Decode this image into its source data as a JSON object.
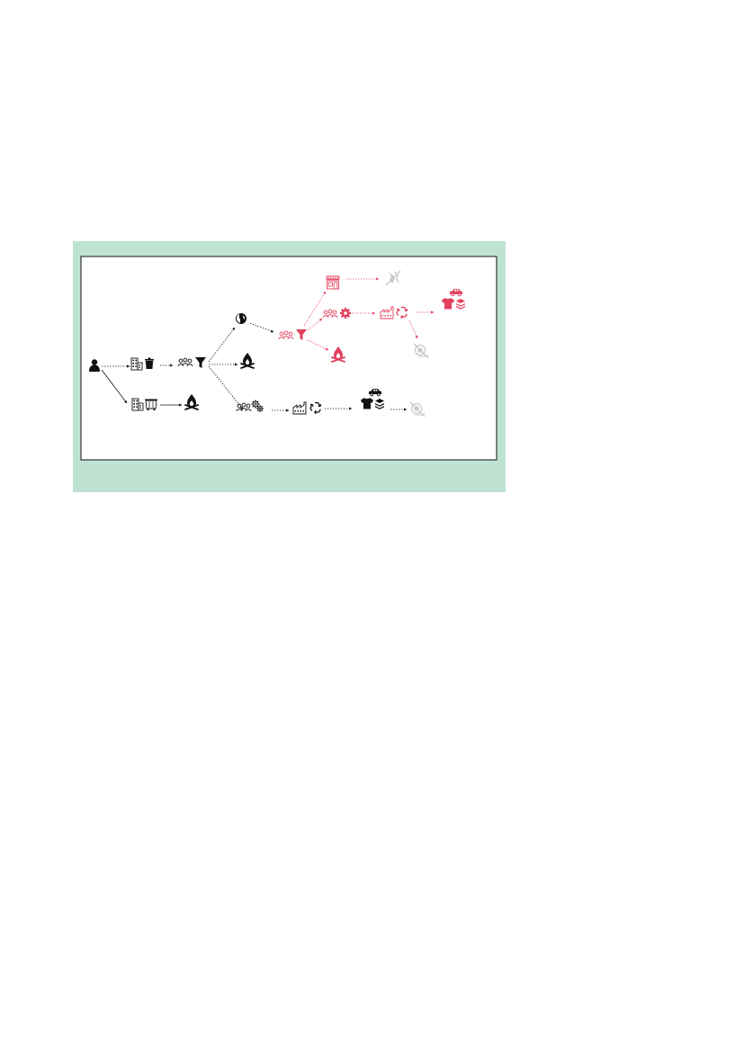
{
  "colors": {
    "panel_background": "#bfe3d3",
    "frame_background": "#ffffff",
    "frame_border": "#111111",
    "black": "#111111",
    "red": "#e2405f",
    "grey": "#c8c8c8"
  },
  "nodes": [
    {
      "id": "person",
      "icon": "person-icon",
      "color": "black"
    },
    {
      "id": "building-bin",
      "icons": [
        "building-icon",
        "trash-bin-icon"
      ],
      "color": "black"
    },
    {
      "id": "building-container",
      "icons": [
        "building-icon",
        "waste-container-icon"
      ],
      "color": "black"
    },
    {
      "id": "incineration-1",
      "icon": "incineration-icon",
      "color": "black"
    },
    {
      "id": "people-filter",
      "icons": [
        "people-icon",
        "filter-funnel-icon"
      ],
      "color": "black"
    },
    {
      "id": "globe-export",
      "icon": "globe-icon",
      "color": "black"
    },
    {
      "id": "incineration-2",
      "icon": "incineration-icon",
      "color": "black"
    },
    {
      "id": "people-gears",
      "icons": [
        "people-icon",
        "gears-icon"
      ],
      "color": "black"
    },
    {
      "id": "factory-recycle-1",
      "icons": [
        "factory-icon",
        "recycle-icon"
      ],
      "color": "black"
    },
    {
      "id": "car-shirt-layers-1",
      "icons": [
        "car-icon",
        "tshirt-icon",
        "layers-icon"
      ],
      "color": "black"
    },
    {
      "id": "no-recycling-1",
      "icon": "no-recycling-icon",
      "color": "grey"
    },
    {
      "id": "people-filter-red",
      "icons": [
        "people-icon",
        "filter-funnel-icon"
      ],
      "color": "red"
    },
    {
      "id": "shop",
      "icon": "shop-icon",
      "color": "red"
    },
    {
      "id": "no-reuse",
      "icon": "no-reuse-icon",
      "color": "grey"
    },
    {
      "id": "people-gear-red",
      "icons": [
        "people-icon",
        "gear-icon"
      ],
      "color": "red"
    },
    {
      "id": "factory-recycle-red",
      "icons": [
        "factory-icon",
        "recycle-icon"
      ],
      "color": "red"
    },
    {
      "id": "car-shirt-layers-red",
      "icons": [
        "car-icon",
        "tshirt-icon",
        "layers-icon"
      ],
      "color": "red"
    },
    {
      "id": "no-recycling-2",
      "icon": "no-recycling-icon",
      "color": "grey"
    },
    {
      "id": "incineration-red",
      "icon": "incineration-icon",
      "color": "red"
    }
  ],
  "edges": [
    {
      "from": "person",
      "to": "building-bin",
      "style": "dotted",
      "color": "black"
    },
    {
      "from": "person",
      "to": "building-container",
      "style": "solid",
      "color": "black"
    },
    {
      "from": "building-container",
      "to": "incineration-1",
      "style": "solid",
      "color": "black"
    },
    {
      "from": "building-bin",
      "to": "people-filter",
      "style": "dotted",
      "color": "black"
    },
    {
      "from": "people-filter",
      "to": "globe-export",
      "style": "dotted",
      "color": "black"
    },
    {
      "from": "people-filter",
      "to": "incineration-2",
      "style": "dotted",
      "color": "black"
    },
    {
      "from": "people-filter",
      "to": "people-gears",
      "style": "dotted",
      "color": "black"
    },
    {
      "from": "people-gears",
      "to": "factory-recycle-1",
      "style": "dotted",
      "color": "black"
    },
    {
      "from": "factory-recycle-1",
      "to": "car-shirt-layers-1",
      "style": "dotted",
      "color": "black"
    },
    {
      "from": "car-shirt-layers-1",
      "to": "no-recycling-1",
      "style": "dotted",
      "color": "black"
    },
    {
      "from": "globe-export",
      "to": "people-filter-red",
      "style": "dotted",
      "color": "black"
    },
    {
      "from": "people-filter-red",
      "to": "shop",
      "style": "dotted",
      "color": "red"
    },
    {
      "from": "people-filter-red",
      "to": "people-gear-red",
      "style": "dotted",
      "color": "red"
    },
    {
      "from": "people-filter-red",
      "to": "incineration-red",
      "style": "dotted",
      "color": "red"
    },
    {
      "from": "shop",
      "to": "no-reuse",
      "style": "dotted",
      "color": "red"
    },
    {
      "from": "people-gear-red",
      "to": "factory-recycle-red",
      "style": "dotted",
      "color": "red"
    },
    {
      "from": "factory-recycle-red",
      "to": "car-shirt-layers-red",
      "style": "dotted",
      "color": "red"
    },
    {
      "from": "factory-recycle-red",
      "to": "no-recycling-2",
      "style": "dotted",
      "color": "red"
    }
  ]
}
